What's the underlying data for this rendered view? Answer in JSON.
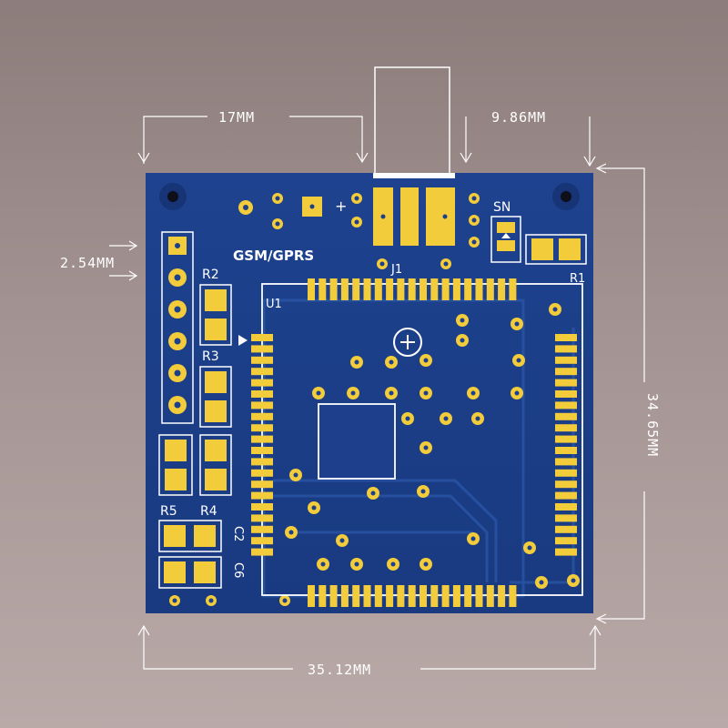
{
  "board": {
    "title": "GSM/GPRS",
    "connector_label": "J1",
    "module_label": "U1",
    "switch_label": "SN",
    "plus_sign": "+",
    "resistor_labels": {
      "r1": "R1",
      "r2": "R2",
      "r3": "R3",
      "r4": "R4",
      "r5": "R5"
    },
    "capacitor_labels": {
      "c2": "C2",
      "c6": "C6"
    }
  },
  "dimensions": {
    "width_label": "35.12MM",
    "height_label": "34.65MM",
    "offset_label": "17MM",
    "connector_width_label": "9.86MM",
    "pitch_label": "2.54MM"
  },
  "colors": {
    "board": "#1d3f8c",
    "pad": "#f2cc3a",
    "silkscreen": "#ffffff",
    "trace": "#2a56a6"
  }
}
